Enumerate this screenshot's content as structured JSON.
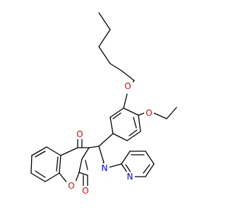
{
  "colors": {
    "bond": "#000000",
    "oxygen": "#ff0000",
    "nitrogen": "#0000ff",
    "background": "#ffffff"
  },
  "atom_labels": {
    "o_pentyloxy": "O",
    "o_ethoxy": "O",
    "o_ketone": "O",
    "o_pyranone": "O",
    "o_lactam": "O",
    "n_pyrrole": "N",
    "n_pyridine": "N"
  }
}
